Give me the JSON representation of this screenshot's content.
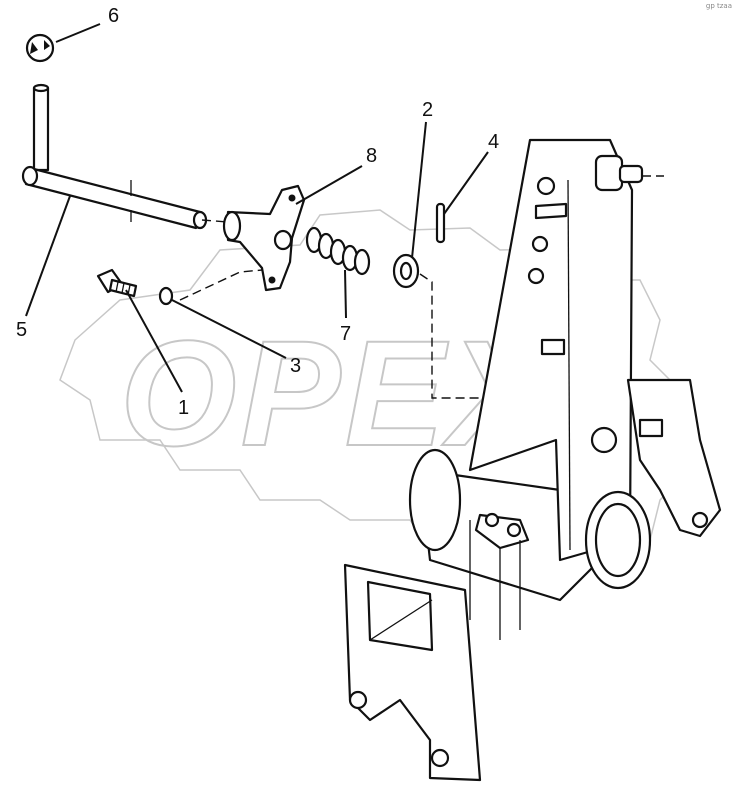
{
  "watermark": {
    "text": "OPEX"
  },
  "corner_mark": "gp tzaa",
  "callouts": [
    {
      "id": "c1",
      "label": "1"
    },
    {
      "id": "c2",
      "label": "2"
    },
    {
      "id": "c3",
      "label": "3"
    },
    {
      "id": "c4",
      "label": "4"
    },
    {
      "id": "c5",
      "label": "5"
    },
    {
      "id": "c6",
      "label": "6"
    },
    {
      "id": "c7",
      "label": "7"
    },
    {
      "id": "c8",
      "label": "8"
    }
  ]
}
